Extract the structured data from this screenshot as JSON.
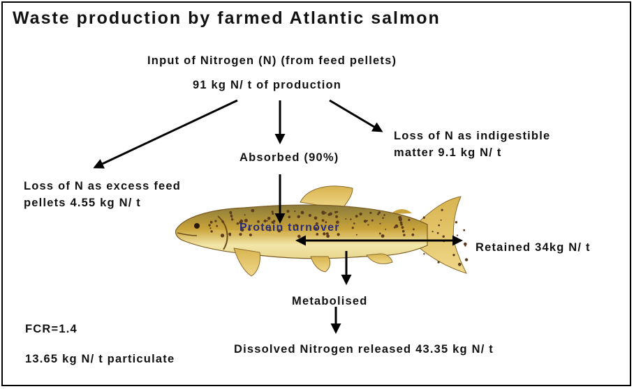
{
  "title": "Waste production by farmed Atlantic salmon",
  "input": {
    "line1": "Input of Nitrogen (N) (from feed pellets)",
    "line2": "91 kg N/ t of production"
  },
  "loss_excess": {
    "line1": "Loss of N as excess feed",
    "line2": "pellets 4.55 kg N/ t"
  },
  "absorbed": "Absorbed (90%)",
  "loss_indigestible": {
    "line1": "Loss of N as indigestible",
    "line2": "matter 9.1 kg N/ t"
  },
  "protein_turnover": "Protein turnover",
  "retained": "Retained 34kg N/ t",
  "metabolised": "Metabolised",
  "fcr": "FCR=1.4",
  "particulate": "13.65 kg N/ t particulate",
  "dissolved": "Dissolved Nitrogen released 43.35 kg N/ t",
  "colors": {
    "fish_body": "#c9a43a",
    "fish_belly": "#f3e6a8",
    "fish_spots": "#5a3b1e",
    "arrow": "#000000",
    "turnover_text": "#2a2a7a"
  }
}
